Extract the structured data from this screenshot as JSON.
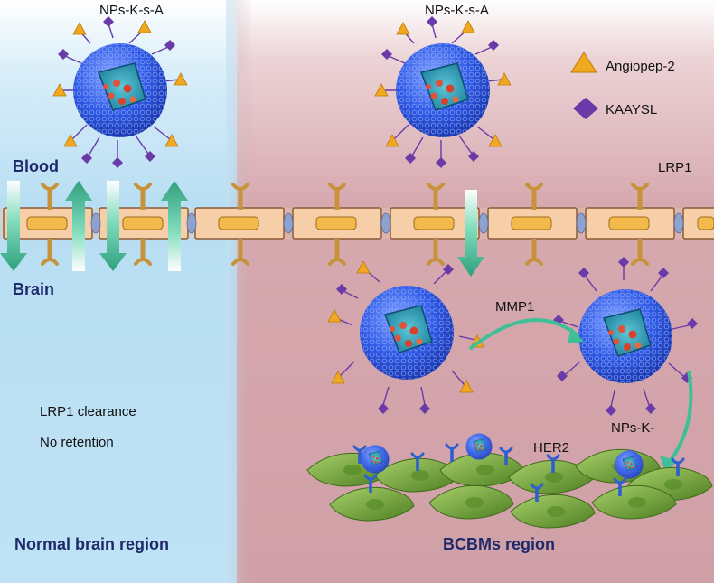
{
  "labels": {
    "np_top_left": "NPs-K-s-A",
    "np_top_right": "NPs-K-s-A",
    "legend_angiopep": "Angiopep-2",
    "legend_kaaysl": "KAAYSL",
    "lrp1": "LRP1",
    "blood": "Blood",
    "brain": "Brain",
    "mmp1": "MMP1",
    "nps_k": "NPs-K-",
    "her2": "HER2",
    "clearance": "LRP1 clearance",
    "retention": "No retention",
    "normal_region": "Normal brain region",
    "bcbm_region": "BCBMs region"
  },
  "colors": {
    "normal_bg": "#bfe3f5",
    "tumor_bg": "#d4a6ac",
    "nanoparticle": "#2a55e0",
    "angiopep": "#f1a821",
    "kaaysl": "#6a3aa8",
    "receptor": "#c8923a",
    "arrow": "#3fbf96",
    "endothelial": "#f6cfa8",
    "cell": "#7fae3c"
  },
  "icons": [
    "nanoparticle-icon",
    "angiopep-triangle-icon",
    "kaaysl-diamond-icon",
    "lrp1-receptor-icon",
    "her2-receptor-icon",
    "tumor-cell-icon"
  ]
}
